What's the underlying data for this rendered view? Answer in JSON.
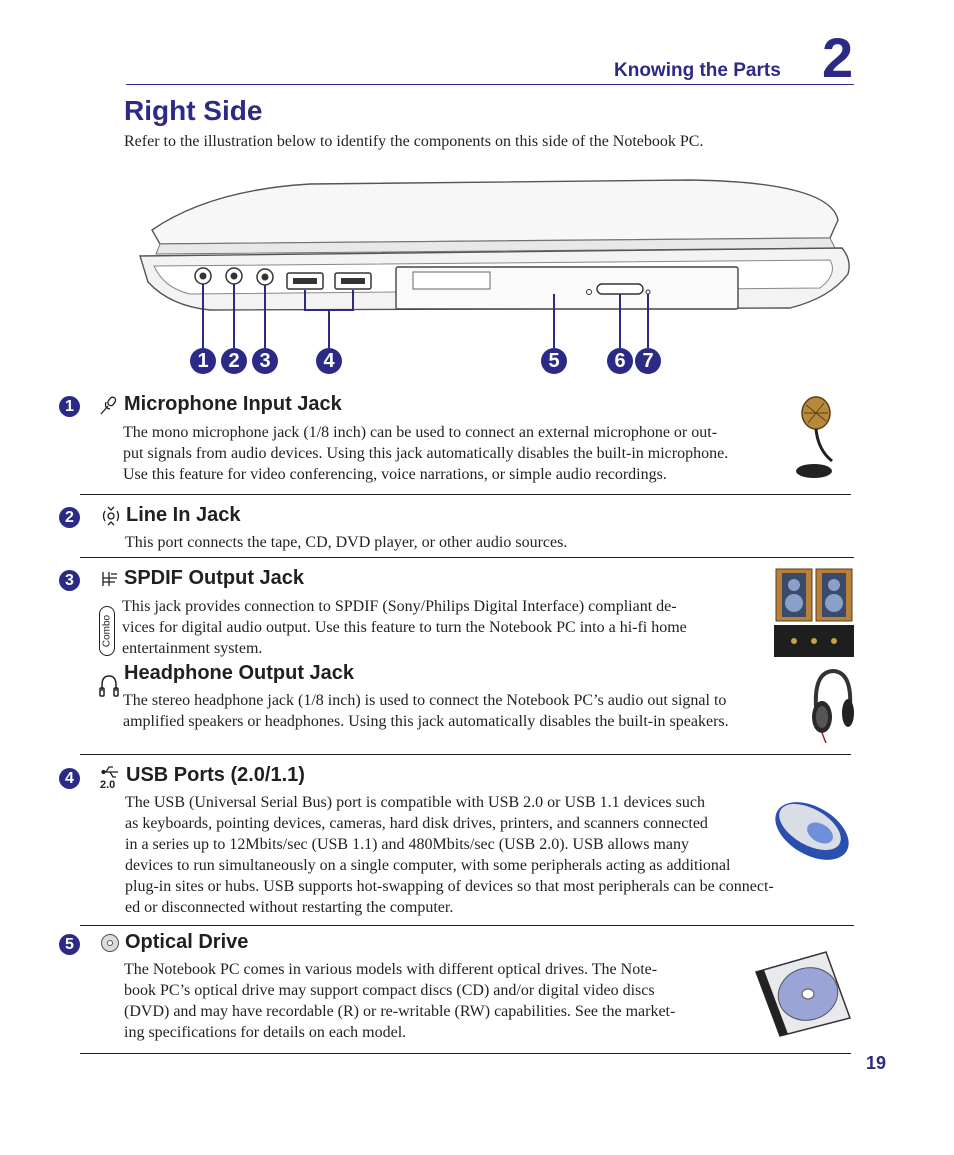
{
  "header": {
    "chapter_title": "Knowing the Parts",
    "chapter_number": "2"
  },
  "page": {
    "title": "Right Side",
    "intro": "Refer to the illustration below to identify the components on this side of the Notebook PC.",
    "page_number": "19"
  },
  "figure": {
    "callouts": [
      "1",
      "2",
      "3",
      "4",
      "5",
      "6",
      "7"
    ]
  },
  "sections": [
    {
      "number": "1",
      "icon": "microphone-icon",
      "title": "Microphone Input Jack",
      "lines": [
        "The mono microphone jack (1/8 inch) can be used to connect an external microphone or out-",
        "put signals from audio devices. Using this jack automatically disables the built-in microphone.",
        "Use this feature for video conferencing, voice narrations, or simple audio recordings."
      ]
    },
    {
      "number": "2",
      "icon": "line-in-icon",
      "title": "Line In Jack",
      "lines": [
        "This port connects the tape, CD, DVD player, or other audio sources."
      ]
    },
    {
      "number": "3",
      "icon": "spdif-icon",
      "combo_label": "Combo",
      "title": "SPDIF Output Jack",
      "lines": [
        "This jack provides connection to SPDIF (Sony/Philips Digital Interface) compliant de-",
        "vices for digital audio output. Use this feature to turn the Notebook PC into a hi-fi home",
        "entertainment system."
      ],
      "sub_icon": "headphone-icon",
      "sub_title": "Headphone Output Jack",
      "sub_lines": [
        "The stereo headphone jack (1/8 inch) is used to connect the Notebook PC’s audio out signal to",
        "amplified speakers or headphones. Using this jack automatically disables the built-in speakers."
      ]
    },
    {
      "number": "4",
      "icon": "usb-icon",
      "icon_sub": "2.0",
      "title": "USB Ports (2.0/1.1)",
      "lines": [
        "The USB (Universal Serial Bus) port is compatible with USB 2.0 or USB 1.1 devices such",
        "as keyboards, pointing devices, cameras, hard disk drives, printers, and scanners connected",
        "in a series up to 12Mbits/sec (USB 1.1) and 480Mbits/sec (USB 2.0). USB allows many",
        "devices to run simultaneously on a single computer, with some peripherals acting as additional",
        "plug-in sites or hubs. USB supports hot-swapping of devices so that most peripherals can be connect-",
        "ed or disconnected without restarting the computer."
      ]
    },
    {
      "number": "5",
      "icon": "optical-disc-icon",
      "title": "Optical Drive",
      "lines": [
        "The Notebook PC comes in various models with different optical drives. The Note-",
        "book PC’s optical drive may support compact discs (CD) and/or digital video discs",
        "(DVD) and may have recordable (R) or re-writable (RW) capabilities. See the market-",
        "ing specifications for details on each model."
      ]
    }
  ],
  "colors": {
    "accent": "#2b2a86",
    "text": "#231f20"
  }
}
